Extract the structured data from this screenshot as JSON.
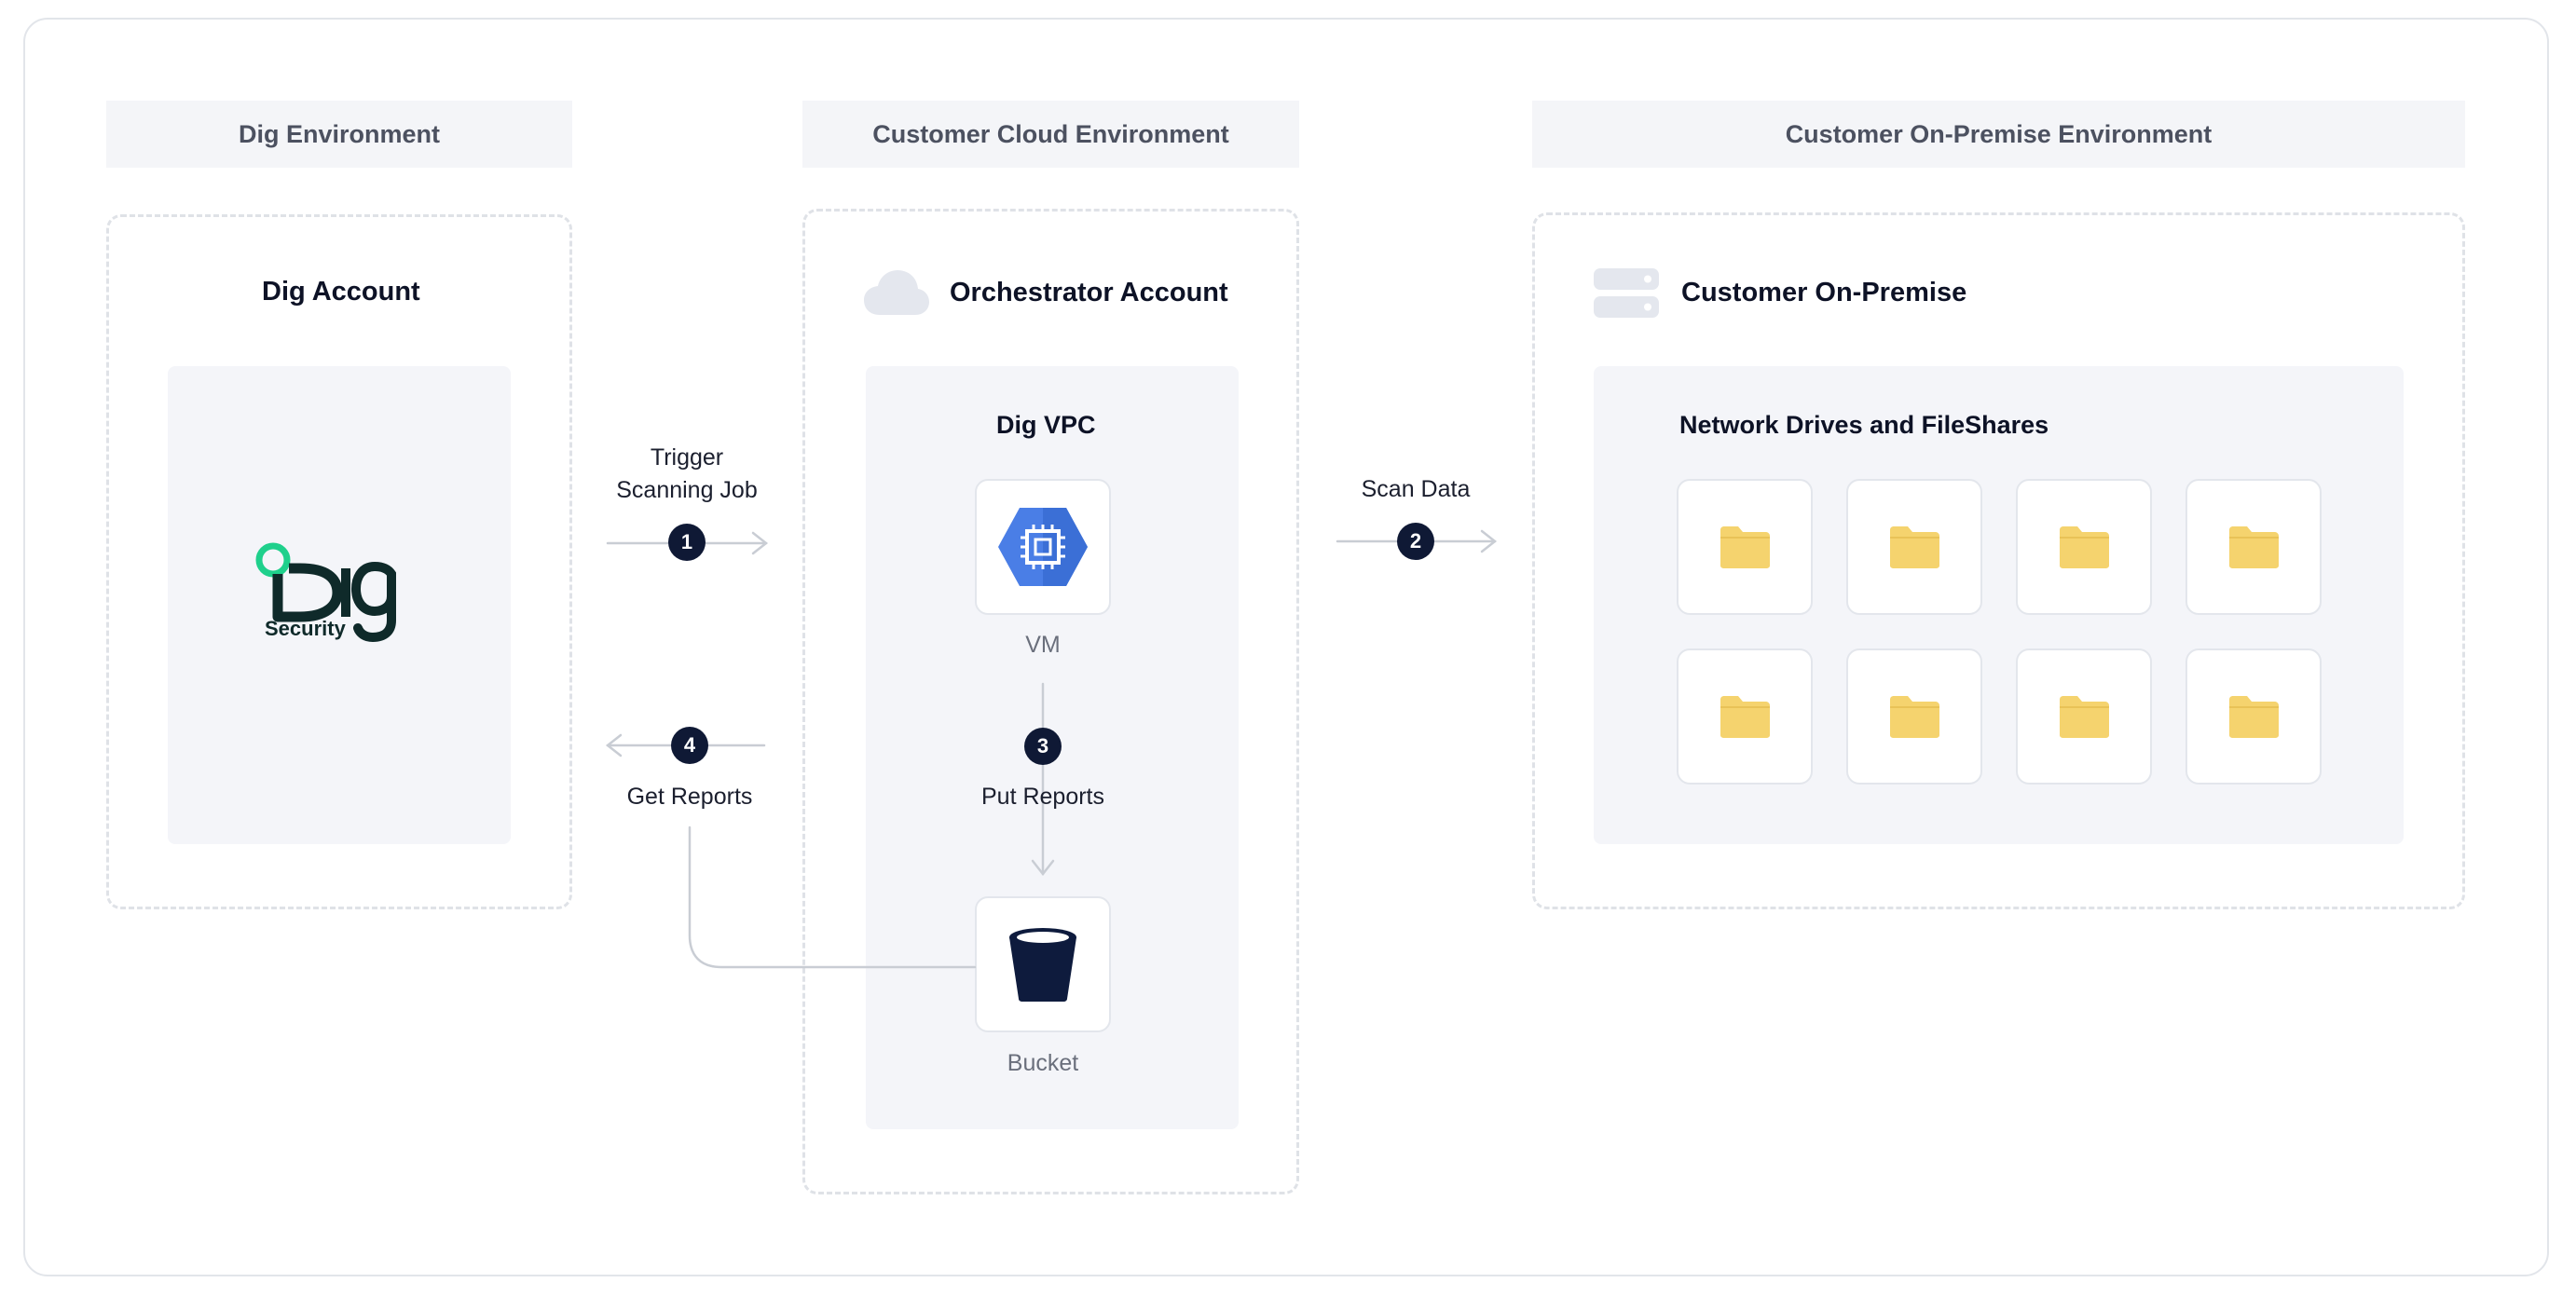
{
  "environments": {
    "dig": {
      "header": "Dig Environment",
      "account_title": "Dig Account",
      "logo_text": "Dig",
      "logo_subtext": "Security"
    },
    "cloud": {
      "header": "Customer Cloud Environment",
      "account_title": "Orchestrator Account",
      "vpc_title": "Dig VPC",
      "vm_label": "VM",
      "bucket_label": "Bucket"
    },
    "onprem": {
      "header": "Customer On-Premise Environment",
      "account_title": "Customer On-Premise",
      "panel_title": "Network Drives and FileShares",
      "folder_count": 8
    }
  },
  "steps": [
    {
      "number": "1",
      "label_line1": "Trigger",
      "label_line2": "Scanning Job"
    },
    {
      "number": "2",
      "label": "Scan Data"
    },
    {
      "number": "3",
      "label": "Put Reports"
    },
    {
      "number": "4",
      "label": "Get Reports"
    }
  ],
  "colors": {
    "step_circle": "#0f1935",
    "folder": "#f5d36e",
    "vm_hex": "#4a7ee6",
    "logo_green": "#1fd08c",
    "logo_dark": "#0f2a2a"
  },
  "icons": {
    "cloud": "cloud-icon",
    "server": "server-icon",
    "vm": "chip-hexagon-icon",
    "bucket": "bucket-icon",
    "folder": "folder-icon"
  }
}
